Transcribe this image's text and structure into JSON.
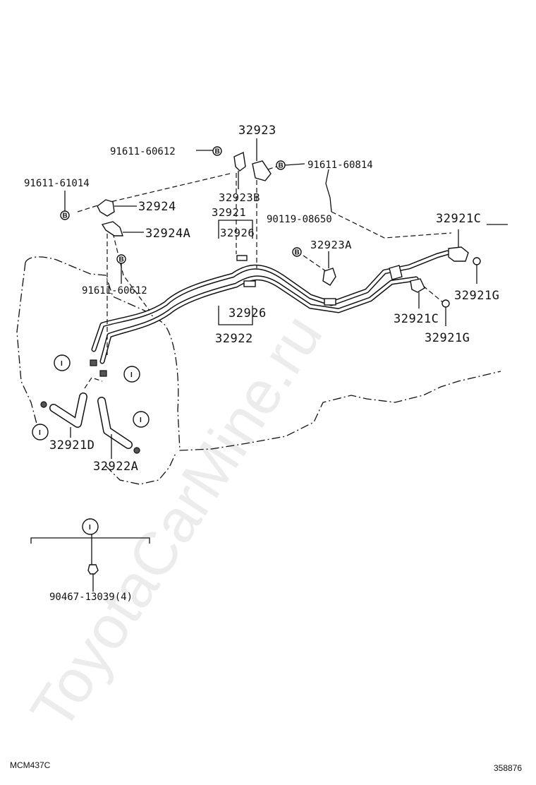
{
  "watermark": "ToyotaCarMine.ru",
  "labels": {
    "p32923": "32923",
    "p91611_60612_top": "91611-60612",
    "p91611_60814": "91611-60814",
    "p91611_61014": "91611-61014",
    "p32923B": "32923B",
    "p32924": "32924",
    "p32921": "32921",
    "p90119_08650": "90119-08650",
    "p32921C_top": "32921C",
    "p32924A": "32924A",
    "p32926_top": "32926",
    "p32923A": "32923A",
    "p91611_60612_mid": "91611-60612",
    "p32921G_top": "32921G",
    "p32926_bot": "32926",
    "p32921C_bot": "32921C",
    "p32922": "32922",
    "p32921G_bot": "32921G",
    "p32921D": "32921D",
    "p32922A": "32922A",
    "p90467_13039": "90467-13039(4)"
  },
  "marks": {
    "bolt": "B",
    "clip": "I"
  },
  "footer": {
    "left_code": "MCM437C",
    "right_code": "358876"
  }
}
